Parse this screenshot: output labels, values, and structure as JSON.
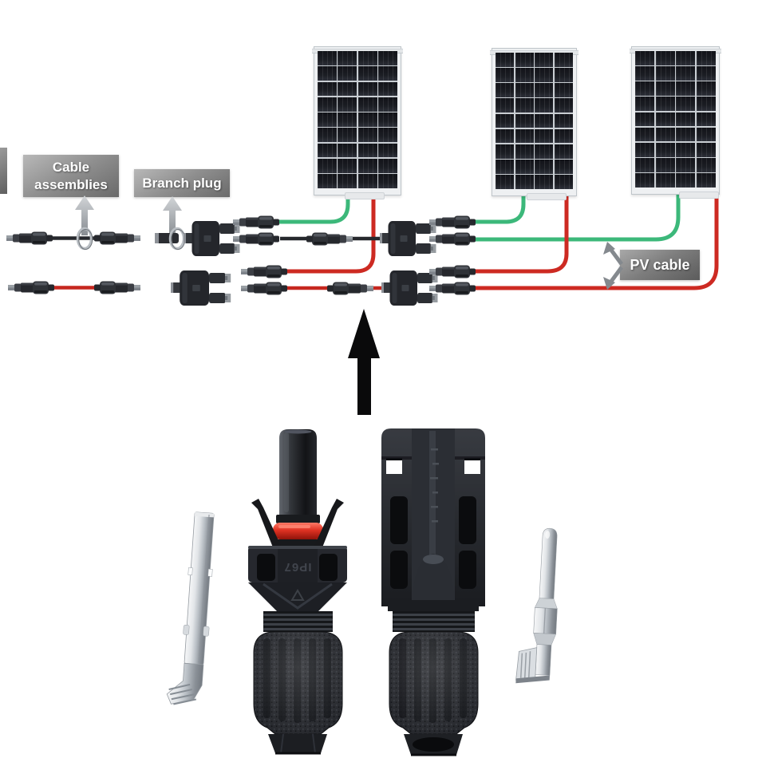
{
  "image": {
    "background": "#ffffff"
  },
  "diagram": {
    "labels": {
      "cable_assemblies": "Cable assemblies",
      "branch_plug": "Branch plug",
      "pv_cable": "PV cable"
    },
    "panels": {
      "count": 3,
      "cell_columns": 4,
      "cell_rows": 9
    },
    "cables": {
      "negative_color": "#3cb87a",
      "positive_color": "#cd2a22"
    }
  },
  "product": {
    "ip_rating": "IP67"
  }
}
